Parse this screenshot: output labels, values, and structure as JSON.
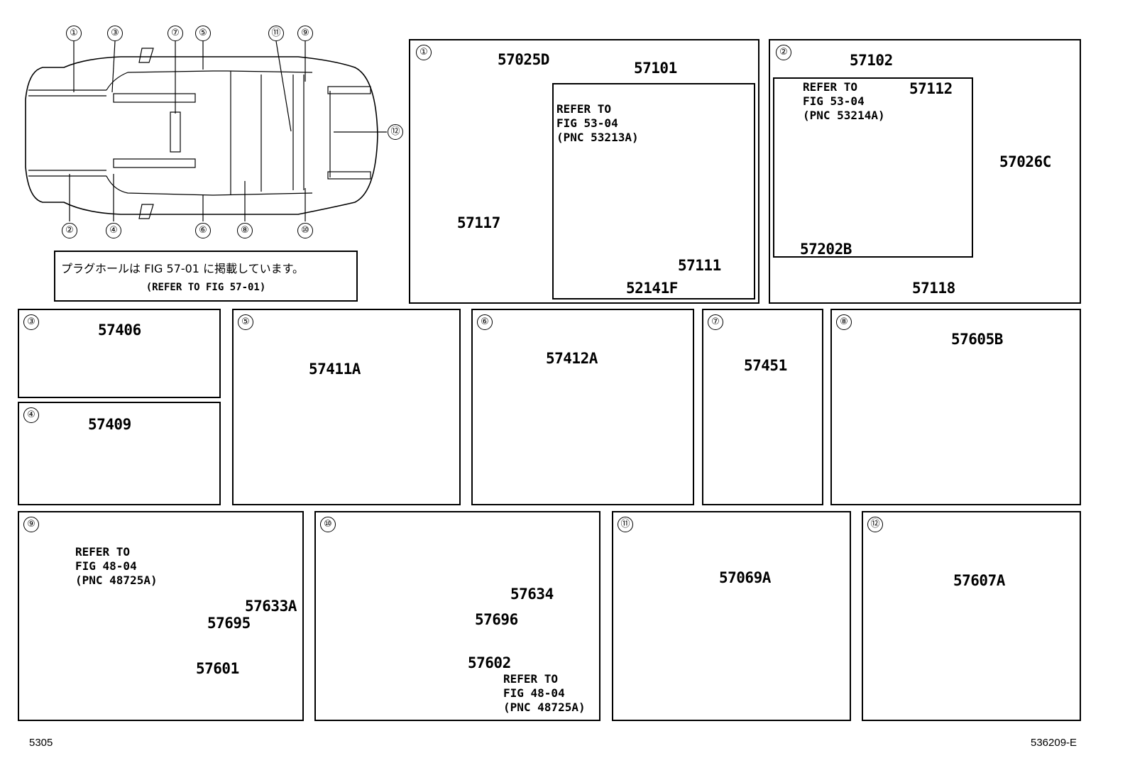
{
  "overview": {
    "markers_top": [
      "①",
      "③",
      "⑦",
      "⑤",
      "⑪",
      "⑨"
    ],
    "markers_bottom": [
      "②",
      "④",
      "⑥",
      "⑧",
      "⑩"
    ],
    "marker_right": "⑫",
    "note_jp": "プラグホールは FIG 57-01 に掲載しています。",
    "note_en": "(REFER TO FIG 57-01)"
  },
  "panels": {
    "p1": {
      "num": "①",
      "parts": [
        "57025D",
        "57101",
        "57117",
        "57111",
        "52141F"
      ],
      "refer": "REFER TO\nFIG 53-04\n(PNC 53213A)"
    },
    "p2": {
      "num": "②",
      "parts": [
        "57102",
        "57112",
        "57026C",
        "57202B",
        "57118"
      ],
      "refer": "REFER TO\nFIG 53-04\n(PNC 53214A)"
    },
    "p3": {
      "num": "③",
      "parts": [
        "57406"
      ]
    },
    "p4": {
      "num": "④",
      "parts": [
        "57409"
      ]
    },
    "p5": {
      "num": "⑤",
      "parts": [
        "57411A"
      ]
    },
    "p6": {
      "num": "⑥",
      "parts": [
        "57412A"
      ]
    },
    "p7": {
      "num": "⑦",
      "parts": [
        "57451"
      ]
    },
    "p8": {
      "num": "⑧",
      "parts": [
        "57605B"
      ]
    },
    "p9": {
      "num": "⑨",
      "parts": [
        "57633A",
        "57695",
        "57601"
      ],
      "refer": "REFER TO\nFIG 48-04\n(PNC 48725A)"
    },
    "p10": {
      "num": "⑩",
      "parts": [
        "57634",
        "57696",
        "57602"
      ],
      "refer": "REFER TO\nFIG 48-04\n(PNC 48725A)"
    },
    "p11": {
      "num": "⑪",
      "parts": [
        "57069A"
      ]
    },
    "p12": {
      "num": "⑫",
      "parts": [
        "57607A"
      ]
    }
  },
  "footer": {
    "left": "5305",
    "right": "536209-E"
  }
}
